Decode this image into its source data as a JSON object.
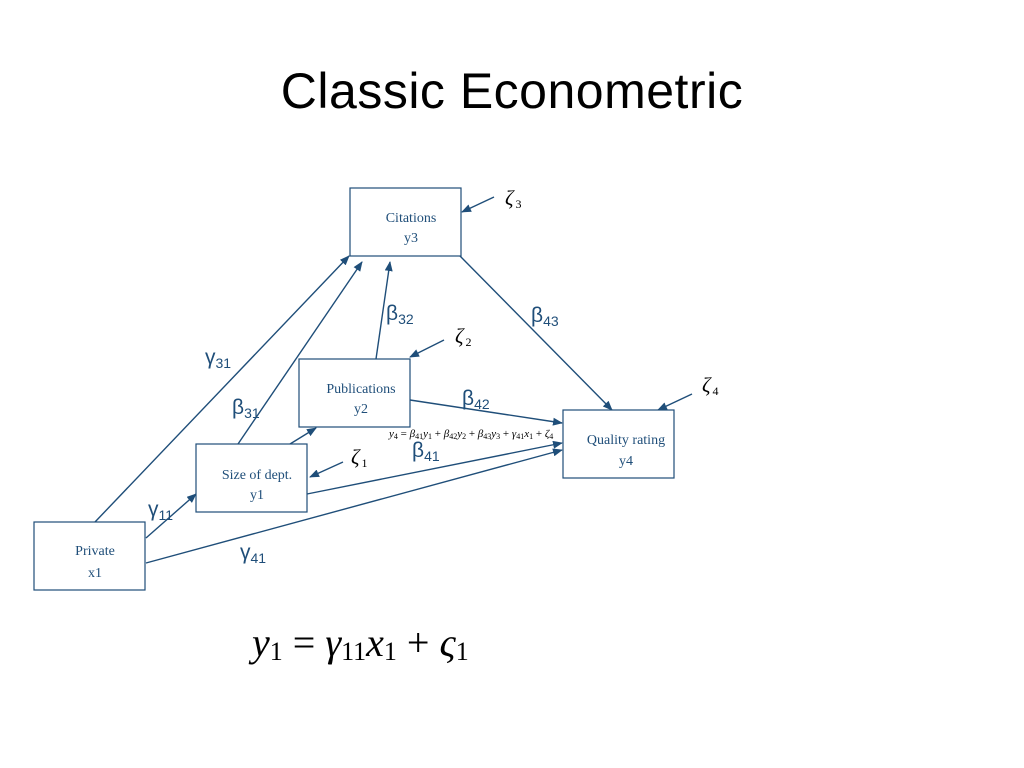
{
  "slide": {
    "title": "Classic Econometric"
  },
  "nodes": {
    "citations": {
      "name": "Citations",
      "var": "y3"
    },
    "publications": {
      "name": "Publications",
      "var": "y2"
    },
    "size_dept": {
      "name": "Size of dept.",
      "var": "y1"
    },
    "private": {
      "name": "Private",
      "var": "x1"
    },
    "quality": {
      "name": "Quality rating",
      "var": "y4"
    }
  },
  "paths": {
    "gamma31": {
      "symbol": "γ",
      "sub": "31"
    },
    "beta31": {
      "symbol": "β",
      "sub": "31"
    },
    "beta32": {
      "symbol": "β",
      "sub": "32"
    },
    "beta43": {
      "symbol": "β",
      "sub": "43"
    },
    "beta42": {
      "symbol": "β",
      "sub": "42"
    },
    "beta41": {
      "symbol": "β",
      "sub": "41"
    },
    "gamma11": {
      "symbol": "γ",
      "sub": "11"
    },
    "gamma41": {
      "symbol": "γ",
      "sub": "41"
    }
  },
  "errors": {
    "zeta3": {
      "symbol": "ζ",
      "sub": "3"
    },
    "zeta2": {
      "symbol": "ζ",
      "sub": "2"
    },
    "zeta1": {
      "symbol": "ζ",
      "sub": "1"
    },
    "zeta4": {
      "symbol": "ζ",
      "sub": "4"
    }
  },
  "equations": {
    "y4_equation": {
      "lhs": "y",
      "lhs_sub": "4",
      "t1": "β",
      "t1_sub": "41",
      "v1": "y",
      "v1_sub": "1",
      "t2": "β",
      "t2_sub": "42",
      "v2": "y",
      "v2_sub": "2",
      "t3": "β",
      "t3_sub": "43",
      "v3": "y",
      "v3_sub": "3",
      "t4": "γ",
      "t4_sub": "41",
      "v4": "x",
      "v4_sub": "1",
      "err": "ζ",
      "err_sub": "4"
    },
    "y1_equation": {
      "lhs": "y",
      "lhs_sub": "1",
      "coef": "γ",
      "coef_sub": "11",
      "var": "x",
      "var_sub": "1",
      "err": "ς",
      "err_sub": "1"
    }
  },
  "colors": {
    "diagram": "#1f4e79",
    "text": "#000000",
    "background": "#ffffff"
  }
}
